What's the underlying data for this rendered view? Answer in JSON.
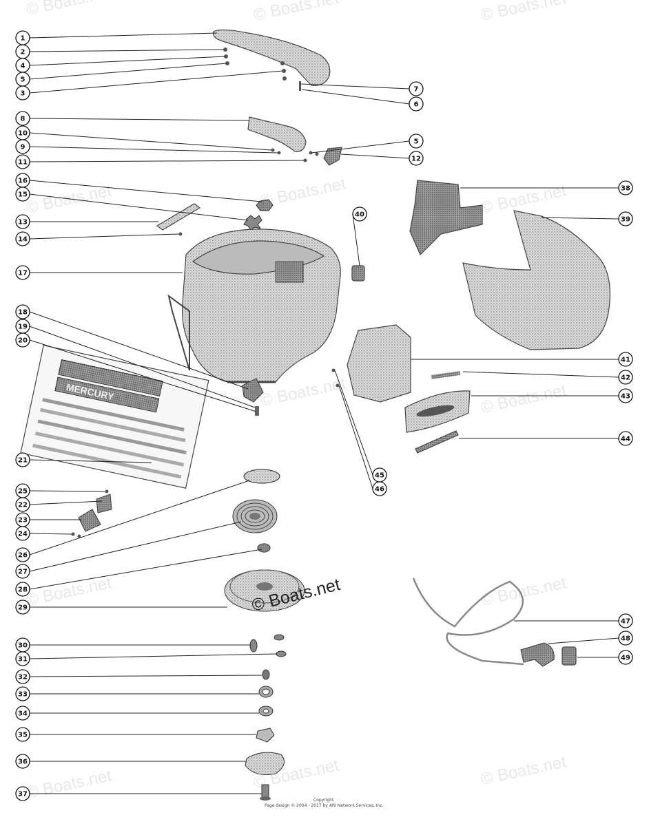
{
  "watermark_text": "© Boats.net",
  "center_watermark_text": "© Boats.net",
  "copyright_lines": [
    "Copyright",
    "Page design © 2004 - 2017 by ARI Network Services, Inc."
  ],
  "decal_text": "MERCURY",
  "callouts": [
    {
      "number": "1"
    },
    {
      "number": "2"
    },
    {
      "number": "4"
    },
    {
      "number": "5"
    },
    {
      "number": "3"
    },
    {
      "number": "7"
    },
    {
      "number": "6"
    },
    {
      "number": "8"
    },
    {
      "number": "10"
    },
    {
      "number": "9"
    },
    {
      "number": "11"
    },
    {
      "number": "5"
    },
    {
      "number": "12"
    },
    {
      "number": "16"
    },
    {
      "number": "15"
    },
    {
      "number": "13"
    },
    {
      "number": "14"
    },
    {
      "number": "17"
    },
    {
      "number": "18"
    },
    {
      "number": "19"
    },
    {
      "number": "20"
    },
    {
      "number": "21"
    },
    {
      "number": "25"
    },
    {
      "number": "22"
    },
    {
      "number": "23"
    },
    {
      "number": "24"
    },
    {
      "number": "26"
    },
    {
      "number": "27"
    },
    {
      "number": "28"
    },
    {
      "number": "29"
    },
    {
      "number": "30"
    },
    {
      "number": "31"
    },
    {
      "number": "32"
    },
    {
      "number": "33"
    },
    {
      "number": "34"
    },
    {
      "number": "35"
    },
    {
      "number": "36"
    },
    {
      "number": "37"
    },
    {
      "number": "40"
    },
    {
      "number": "38"
    },
    {
      "number": "39"
    },
    {
      "number": "41"
    },
    {
      "number": "42"
    },
    {
      "number": "43"
    },
    {
      "number": "44"
    },
    {
      "number": "45"
    },
    {
      "number": "46"
    },
    {
      "number": "47"
    },
    {
      "number": "48"
    },
    {
      "number": "49"
    }
  ]
}
